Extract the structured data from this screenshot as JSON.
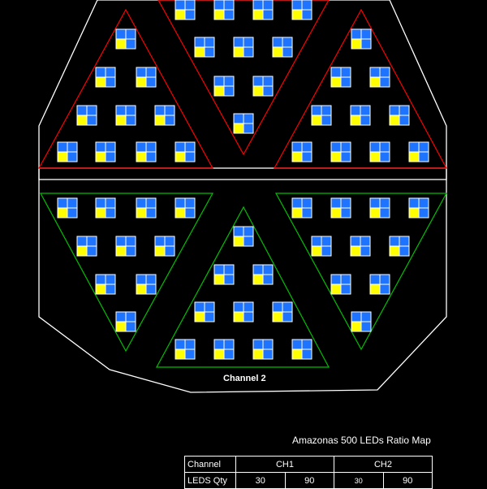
{
  "title": "Amazonas 500 LEDs Ratio Map",
  "channel_label": "Channel 2",
  "table": {
    "header": [
      "Channel",
      "CH1",
      "CH2"
    ],
    "row": {
      "label": "LEDS Qty",
      "values": [
        "30",
        "90",
        "30",
        "90"
      ]
    }
  },
  "colors": {
    "outline": "#ffffff",
    "channel1_border": "#ff0000",
    "channel2_border": "#00c000",
    "led_blue": "#1e73ff",
    "led_yellow": "#ffff00"
  }
}
